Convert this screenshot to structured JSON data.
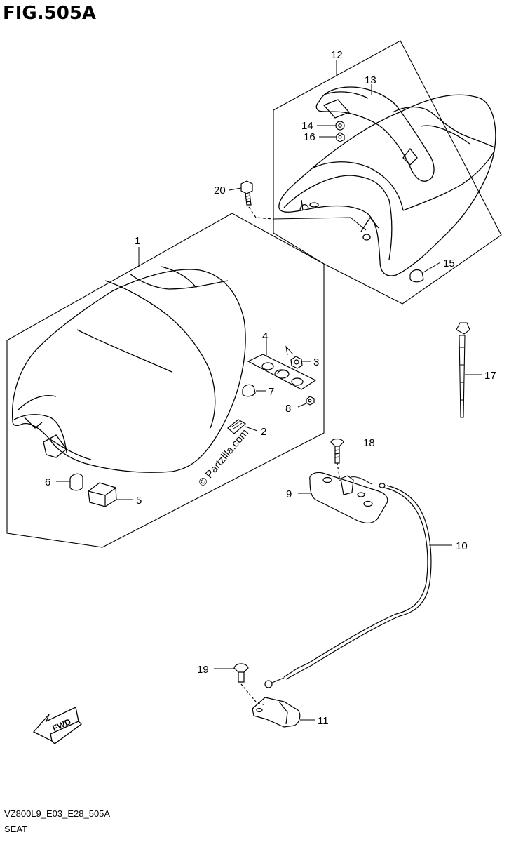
{
  "title": "FIG.505A",
  "footer": {
    "code": "VZ800L9_E03_E28_505A",
    "name": "SEAT"
  },
  "watermark": "© Partzilla.com",
  "direction_badge": "FWD",
  "callouts": [
    "1",
    "2",
    "3",
    "4",
    "5",
    "6",
    "7",
    "8",
    "9",
    "10",
    "11",
    "12",
    "13",
    "14",
    "15",
    "16",
    "17",
    "18",
    "19",
    "20"
  ]
}
